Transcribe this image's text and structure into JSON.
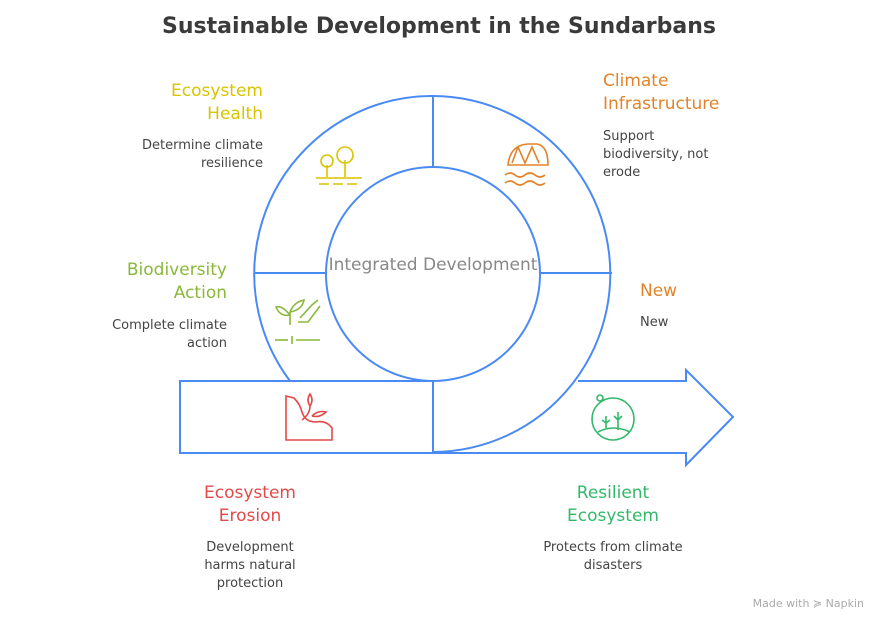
{
  "title": "Sustainable Development in the Sundarbans",
  "center_label": "Integrated Development",
  "colors": {
    "outline": "#4a8af4",
    "yellow": "#d9c400",
    "orange": "#e2832a",
    "lime": "#8ab83a",
    "red": "#e24a4a",
    "green": "#33b86a"
  },
  "sections": [
    {
      "heading": "Ecosystem Health",
      "description": "Determine climate resilience",
      "icon": "trees-icon"
    },
    {
      "heading": "Climate Infrastructure",
      "description": "Support biodiversity, not erode",
      "icon": "bridge-icon"
    },
    {
      "heading": "Biodiversity Action",
      "description": "Complete climate action",
      "icon": "sprout-icon"
    },
    {
      "heading": "New",
      "description": "New",
      "icon": "none"
    },
    {
      "heading": "Ecosystem Erosion",
      "description": "Development harms natural protection",
      "icon": "eroding-soil-icon"
    },
    {
      "heading": "Resilient Ecosystem",
      "description": "Protects from climate disasters",
      "icon": "ecosystem-globe-icon"
    }
  ],
  "footer": "Made with ≽ Napkin"
}
